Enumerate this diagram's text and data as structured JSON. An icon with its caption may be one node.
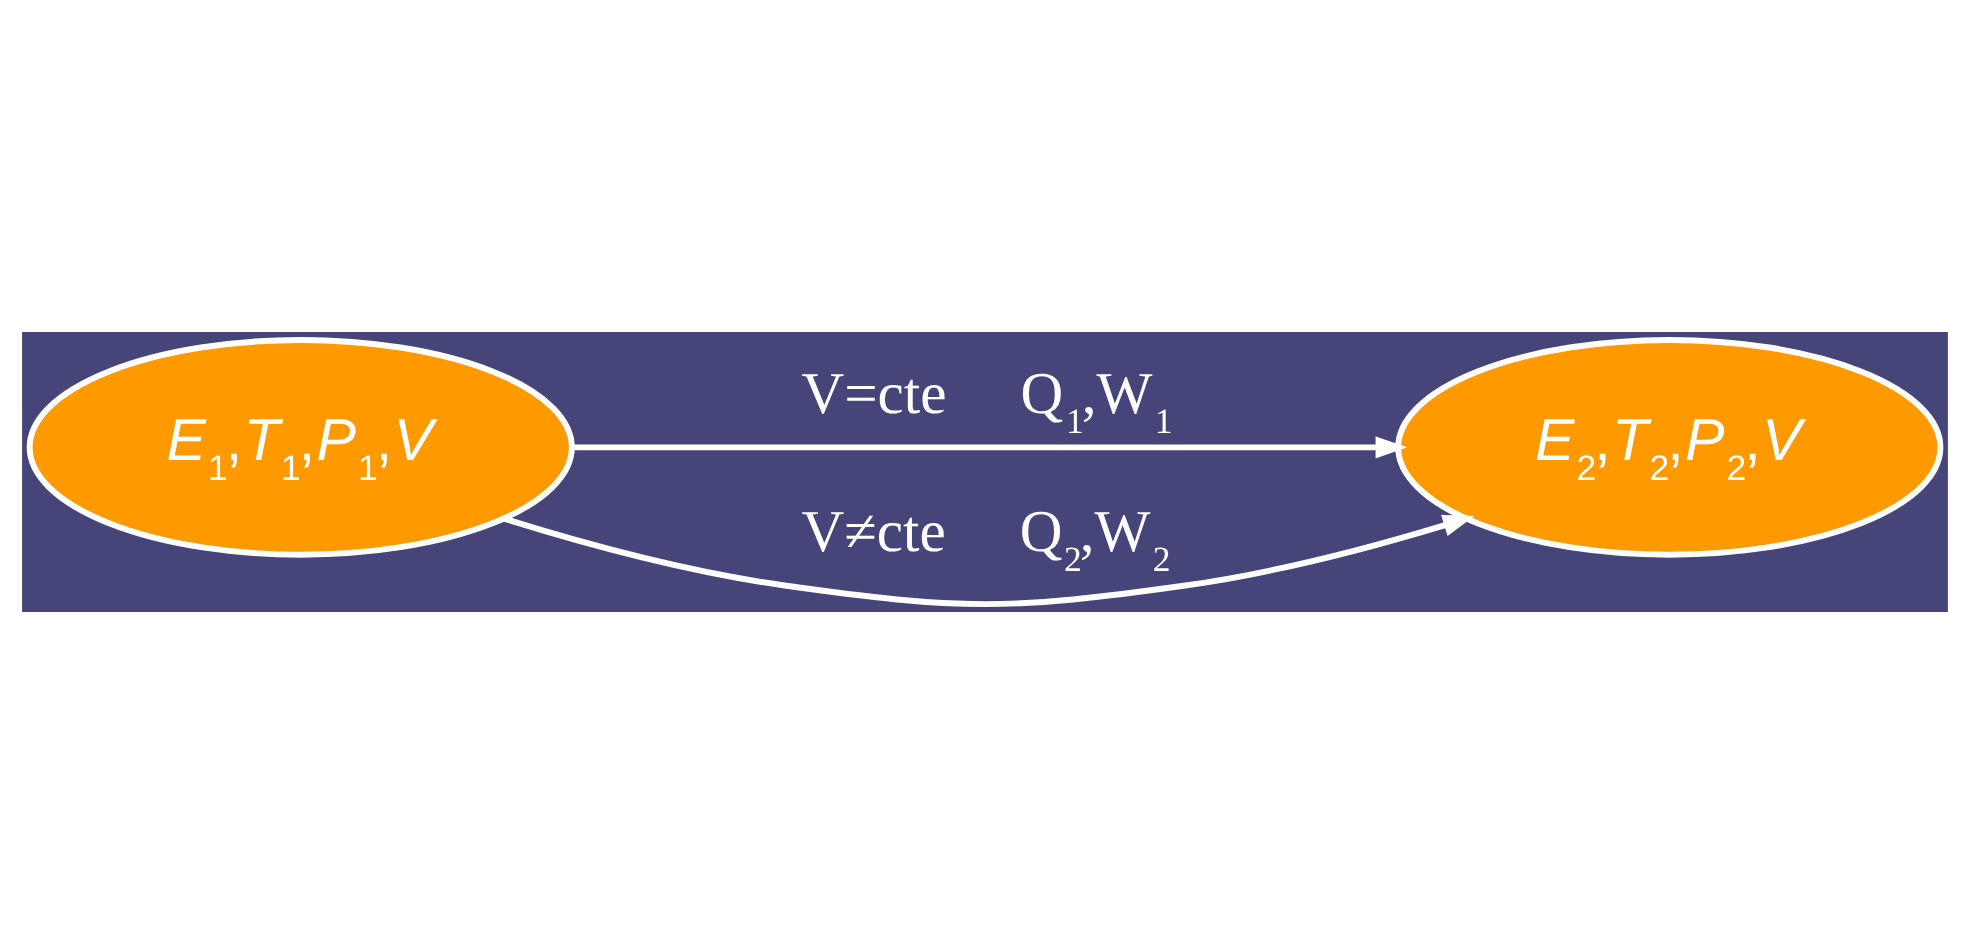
{
  "diagram": {
    "nodes": [
      {
        "text": [
          "*E*$_{1}$,*T*$_{1}$,*P*$_{1}$,*V*"
        ]
      },
      {
        "text": [
          "*E*$_{2}$,*T*$_{2}$,*P*$_{2}$,*V*"
        ]
      }
    ],
    "edges": [
      {
        "from": 0,
        "to": 1,
        "arrow": "to",
        "label": "V=cte     Q$_{1}$,W$_{1}$"
      },
      {
        "from": 0,
        "to": 1,
        "arrow": "to",
        "label": "V≠cte     Q$_{2}$,W$_{2}$"
      }
    ]
  }
}
